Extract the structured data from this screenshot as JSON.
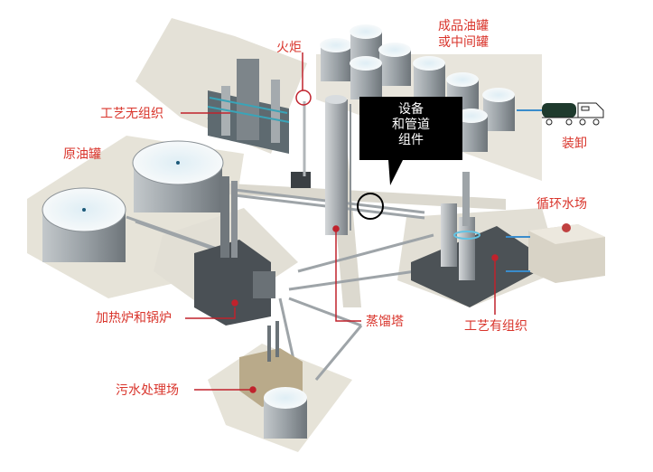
{
  "diagram": {
    "title": "炼油厂设施布局示意",
    "labels": {
      "flare": "火炬",
      "product_tanks_line1": "成品油罐",
      "product_tanks_line2": "或中间罐",
      "fugitive_process": "工艺无组织",
      "crude_tanks": "原油罐",
      "loading": "装卸",
      "cooling_tower": "循环水场",
      "heater_boiler": "加热炉和锅炉",
      "distillation_tower": "蒸馏塔",
      "organized_process": "工艺有组织",
      "wastewater": "污水处理场"
    },
    "callout": {
      "line1": "设备",
      "line2": "和管道",
      "line3": "组件"
    },
    "colors": {
      "label_red": "#d9342b",
      "pointer_red": "#c0222c",
      "pipe_blue": "#3a8ccc",
      "callout_bg": "#000000",
      "ground": "#e6e3d8",
      "tank_body": "#8e959a",
      "tank_roof": "#eef3f6"
    }
  }
}
